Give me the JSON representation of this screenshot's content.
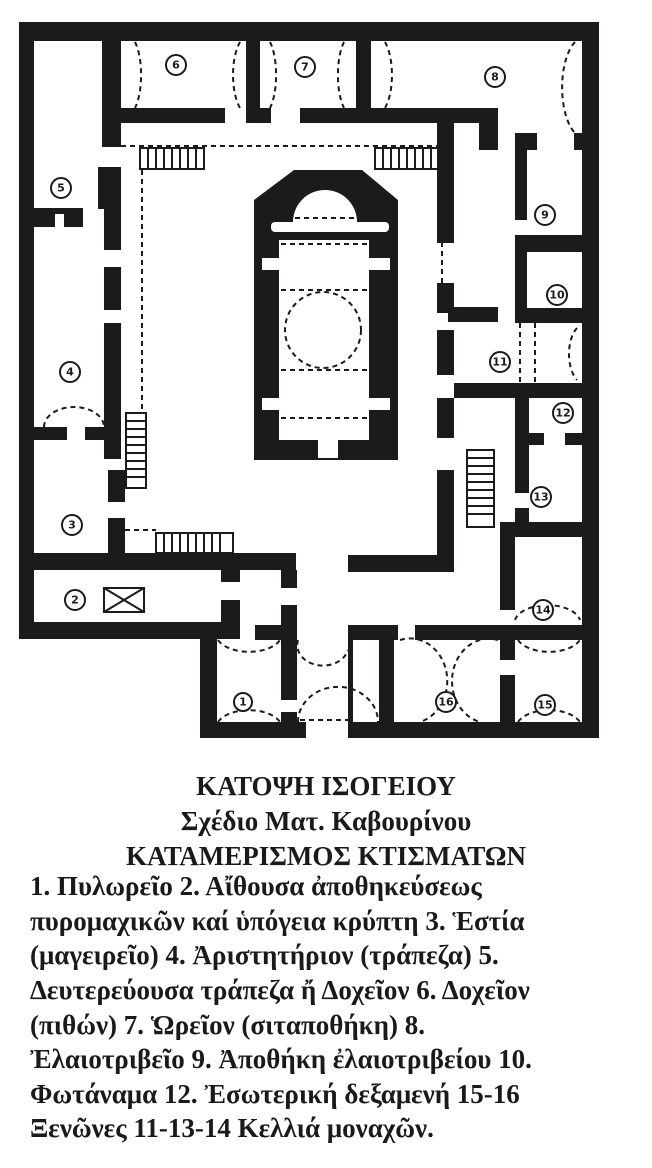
{
  "plan": {
    "rooms": [
      {
        "n": "1"
      },
      {
        "n": "2"
      },
      {
        "n": "3"
      },
      {
        "n": "4"
      },
      {
        "n": "5"
      },
      {
        "n": "6"
      },
      {
        "n": "7"
      },
      {
        "n": "8"
      },
      {
        "n": "9"
      },
      {
        "n": "10"
      },
      {
        "n": "11"
      },
      {
        "n": "12"
      },
      {
        "n": "13"
      },
      {
        "n": "14"
      },
      {
        "n": "15"
      },
      {
        "n": "16"
      }
    ]
  },
  "caption": {
    "title": "ΚΑΤΟΨΗ ΙΣΟΓΕΙΟΥ",
    "subtitle": "Σχέδιο Ματ. Καβουρίνου",
    "heading": "ΚΑΤΑΜΕΡΙΣΜΟΣ ΚΤΙΣΜΑΤΩΝ",
    "lines": [
      "1. Πυλωρεῖο 2. Αἴθουσα ἀποθηκεύσεως",
      "πυρομαχικῶν καί ὑπόγεια κρύπτη 3. Ἑστία",
      "(μαγειρεῖο) 4. Ἀριστητήριον (τράπεζα) 5.",
      "Δευτερεύουσα τράπεζα ἤ Δοχεῖον 6. Δοχεῖον",
      "(πιθών) 7. Ὡρεῖον (σιταποθήκη) 8.",
      "Ἐλαιοτριβεῖο 9. Ἀποθήκη ἐλαιοτριβείου 10.",
      "Φωτάναμα 12. Ἐσωτερική δεξαμενή 15-16",
      "Ξενῶνες 11-13-14 Κελλιά μοναχῶν."
    ]
  }
}
